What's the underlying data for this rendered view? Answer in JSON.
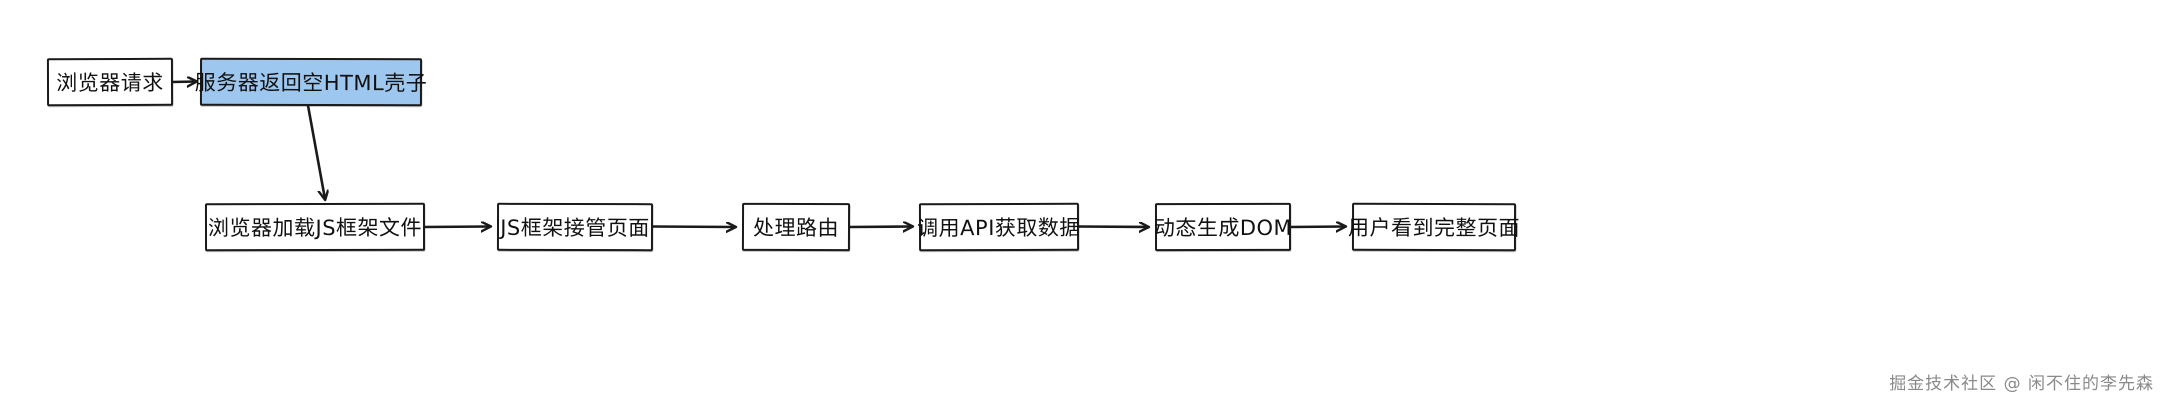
{
  "diagram": {
    "type": "flowchart",
    "orientation": "mixed",
    "style": "hand-drawn",
    "background_color": "#ffffff",
    "stroke_color": "#1a1a1a",
    "highlight_color": "#9dc7ee",
    "nodes": [
      {
        "id": "n1",
        "label": "浏览器请求",
        "highlight": false
      },
      {
        "id": "n2",
        "label": "服务器返回空HTML壳子",
        "highlight": true
      },
      {
        "id": "n3",
        "label": "浏览器加载JS框架文件",
        "highlight": false
      },
      {
        "id": "n4",
        "label": "JS框架接管页面",
        "highlight": false
      },
      {
        "id": "n5",
        "label": "处理路由",
        "highlight": false
      },
      {
        "id": "n6",
        "label": "调用API获取数据",
        "highlight": false
      },
      {
        "id": "n7",
        "label": "动态生成DOM",
        "highlight": false
      },
      {
        "id": "n8",
        "label": "用户看到完整页面",
        "highlight": false
      }
    ],
    "edges": [
      {
        "from": "n1",
        "to": "n2",
        "direction": "right"
      },
      {
        "from": "n2",
        "to": "n3",
        "direction": "down"
      },
      {
        "from": "n3",
        "to": "n4",
        "direction": "right"
      },
      {
        "from": "n4",
        "to": "n5",
        "direction": "right"
      },
      {
        "from": "n5",
        "to": "n6",
        "direction": "right"
      },
      {
        "from": "n6",
        "to": "n7",
        "direction": "right"
      },
      {
        "from": "n7",
        "to": "n8",
        "direction": "right"
      }
    ]
  },
  "watermark": {
    "text": "掘金技术社区 @ 闲不住的李先森"
  }
}
